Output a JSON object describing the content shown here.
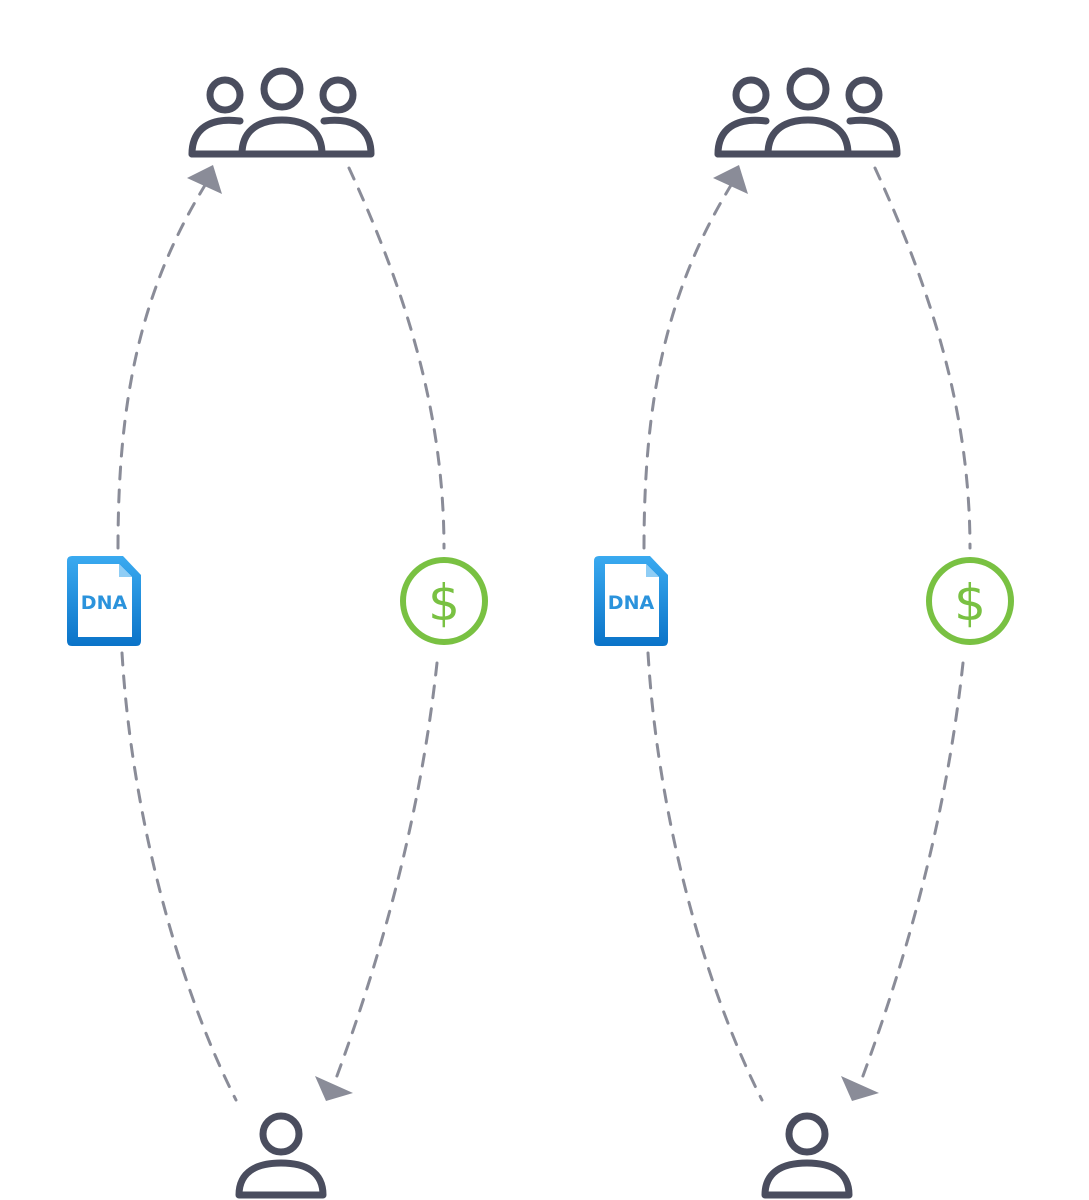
{
  "diagram": {
    "panels": [
      {
        "group_node": {
          "icon": "group-of-people-icon"
        },
        "person_node": {
          "icon": "single-person-icon"
        },
        "data_item": {
          "icon": "dna-file-icon",
          "label": "DNA"
        },
        "payment_item": {
          "icon": "dollar-coin-icon",
          "label": "$"
        },
        "edges": [
          {
            "from": "person",
            "to": "group",
            "carries": "DNA",
            "style": "dashed",
            "arrow_at": "group"
          },
          {
            "from": "group",
            "to": "person",
            "carries": "$",
            "style": "dashed",
            "arrow_at": "person"
          }
        ]
      },
      {
        "group_node": {
          "icon": "group-of-people-icon"
        },
        "person_node": {
          "icon": "single-person-icon"
        },
        "data_item": {
          "icon": "dna-file-icon",
          "label": "DNA"
        },
        "payment_item": {
          "icon": "dollar-coin-icon",
          "label": "$"
        },
        "edges": [
          {
            "from": "person",
            "to": "group",
            "carries": "DNA",
            "style": "dashed",
            "arrow_at": "group"
          },
          {
            "from": "group",
            "to": "person",
            "carries": "$",
            "style": "dashed",
            "arrow_at": "person"
          }
        ]
      }
    ],
    "colors": {
      "person_icon": "#4a4d5e",
      "dashed_link": "#8a8c98",
      "dna_file_light": "#3aaaf0",
      "dna_file_dark": "#0a73c8",
      "dna_text": "#2b93dc",
      "dollar_green": "#79c142"
    }
  }
}
